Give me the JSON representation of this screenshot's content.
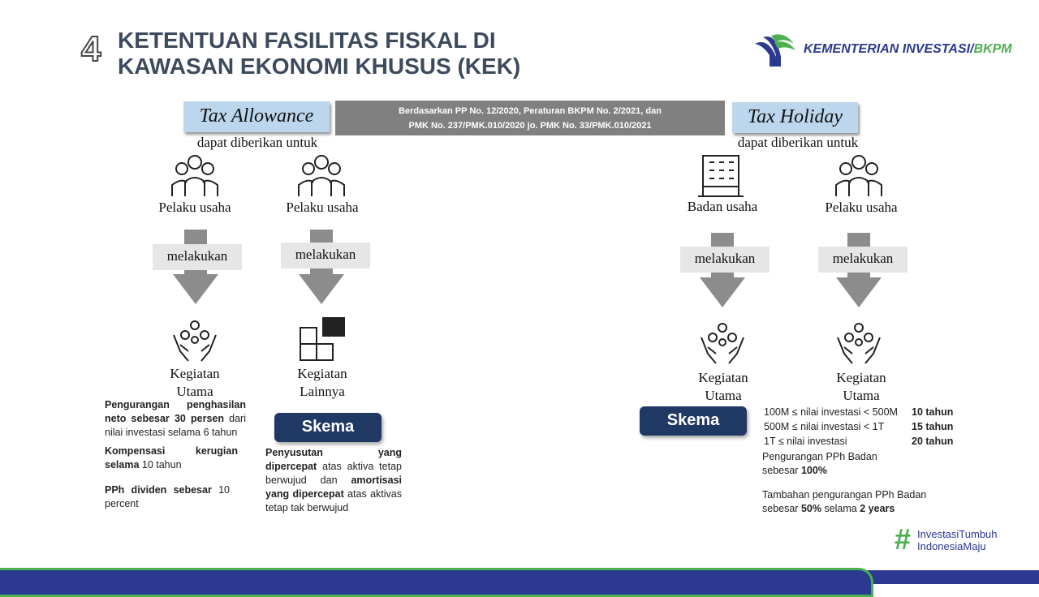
{
  "header": {
    "number": "4",
    "title_line1": "KETENTUAN FASILITAS FISKAL DI",
    "title_line2": "KAWASAN EKONOMI KHUSUS (KEK)",
    "logo_main": "KEMENTERIAN INVESTASI/",
    "logo_accent": "BKPM"
  },
  "basis": {
    "line1": "Berdasarkan PP No. 12/2020, Peraturan BKPM No. 2/2021, dan",
    "line2": "PMK No. 237/PMK.010/2020 jo. PMK No. 33/PMK.010/2021"
  },
  "tax_allowance": {
    "title": "Tax Allowance",
    "subtitle": "dapat diberikan untuk",
    "col1": {
      "actor": "Pelaku usaha",
      "action": "melakukan",
      "activity": "Kegiatan Utama"
    },
    "col2": {
      "actor": "Pelaku usaha",
      "action": "melakukan",
      "activity": "Kegiatan Lainnya"
    },
    "skema": "Skema",
    "benefits": [
      {
        "bold": "Pengurangan penghasilan neto sebesar 30 persen",
        "text": " dari nilai investasi selama 6 tahun"
      },
      {
        "bold": "Kompensasi kerugian selama",
        "text": " 10 tahun"
      },
      {
        "bold": "PPh dividen sebesar",
        "text": " 10 percent"
      }
    ],
    "other": {
      "b1": "Penyusutan yang dipercepat",
      "t1": " atas aktiva tetap berwujud dan ",
      "b2": "amortisasi yang dipercepat",
      "t2": " atas aktivas tetap tak berwujud"
    }
  },
  "tax_holiday": {
    "title": "Tax Holiday",
    "subtitle": "dapat diberikan untuk",
    "col1": {
      "actor": "Badan usaha",
      "action": "melakukan",
      "activity": "Kegiatan Utama"
    },
    "col2": {
      "actor": "Pelaku usaha",
      "action": "melakukan",
      "activity": "Kegiatan Utama"
    },
    "skema": "Skema",
    "tiers": [
      {
        "range": "100M ≤ nilai investasi < 500M",
        "period": "10 tahun"
      },
      {
        "range": "500M ≤ nilai investasi < 1T",
        "period": "15 tahun"
      },
      {
        "range": "1T ≤ nilai investasi",
        "period": "20 tahun"
      }
    ],
    "reduction": {
      "text": "Pengurangan PPh Badan sebesar ",
      "bold": "100%"
    },
    "additional": {
      "text": "Tambahan pengurangan PPh Badan sebesar ",
      "bold1": "50%",
      "mid": " selama ",
      "bold2": "2 years"
    }
  },
  "hashtag": {
    "line1": "InvestasiTumbuh",
    "line2": "IndonesiaMaju"
  }
}
